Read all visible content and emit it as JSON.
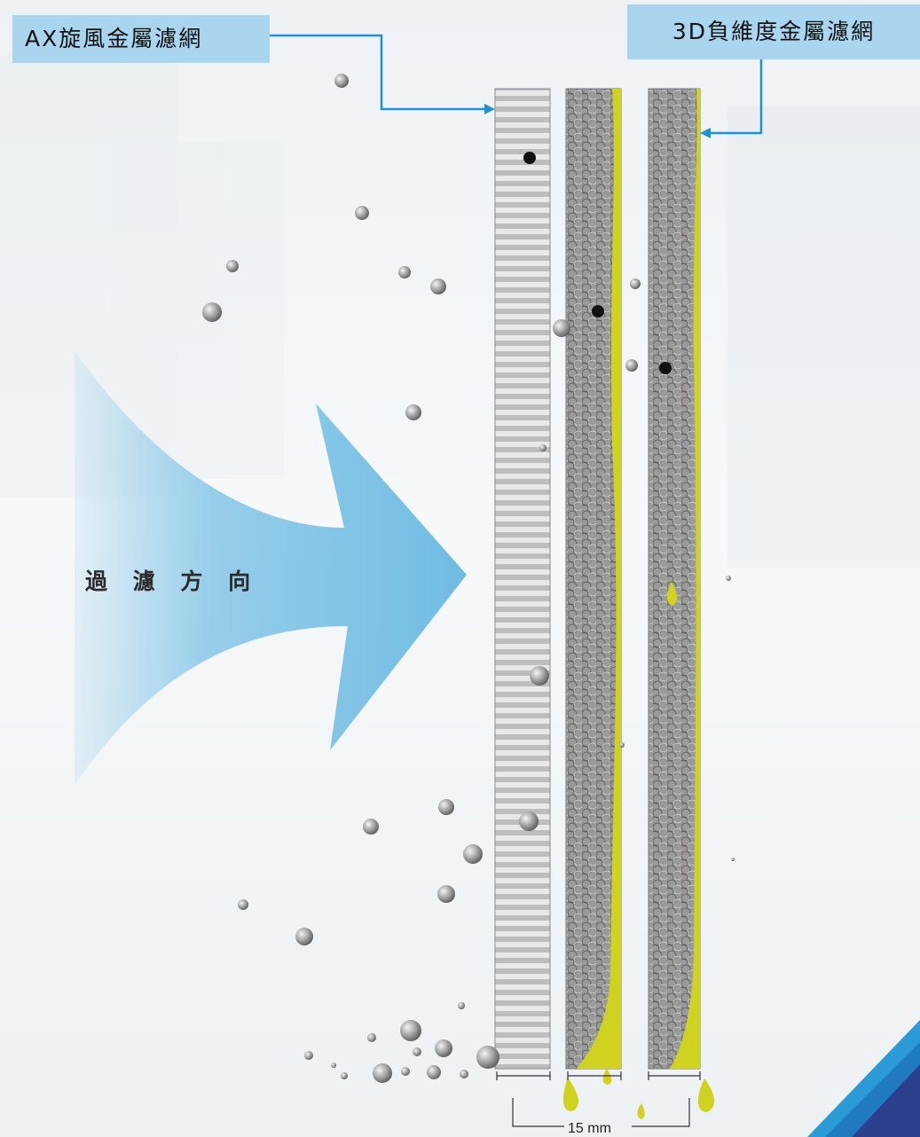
{
  "labels": {
    "ax_filter": "AX旋風金屬濾網",
    "filter_3d": "3D負維度金屬濾網",
    "direction": "過 濾 方 向",
    "dimension": "15 mm"
  },
  "colors": {
    "label_bg": "#a9d5ee",
    "arrow": "#7ec3e6",
    "oil": "#cfd21f",
    "callout_line": "#1f8fd6"
  }
}
